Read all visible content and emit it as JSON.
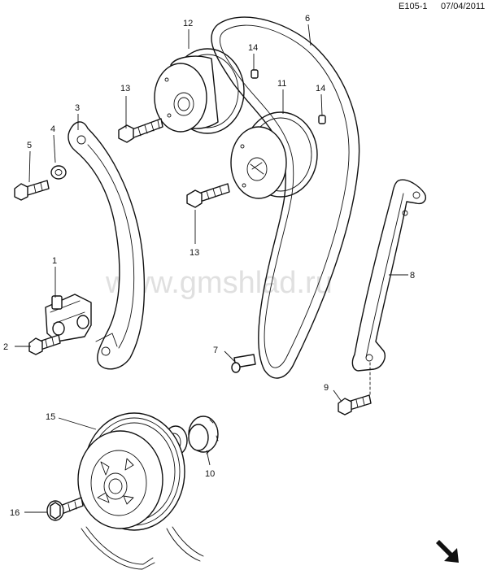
{
  "header": {
    "code": "E105-1",
    "date": "07/04/2011"
  },
  "watermark": "www.gmshlad.ru",
  "callouts": [
    {
      "id": "1",
      "label": "1"
    },
    {
      "id": "2",
      "label": "2"
    },
    {
      "id": "3",
      "label": "3"
    },
    {
      "id": "4",
      "label": "4"
    },
    {
      "id": "5",
      "label": "5"
    },
    {
      "id": "6",
      "label": "6"
    },
    {
      "id": "7",
      "label": "7"
    },
    {
      "id": "8",
      "label": "8"
    },
    {
      "id": "9",
      "label": "9"
    },
    {
      "id": "10",
      "label": "10"
    },
    {
      "id": "11",
      "label": "11"
    },
    {
      "id": "12",
      "label": "12"
    },
    {
      "id": "13a",
      "label": "13"
    },
    {
      "id": "13b",
      "label": "13"
    },
    {
      "id": "14a",
      "label": "14"
    },
    {
      "id": "14b",
      "label": "14"
    },
    {
      "id": "15",
      "label": "15"
    },
    {
      "id": "16",
      "label": "16"
    }
  ],
  "icons": {
    "direction": "arrow-southeast-icon"
  }
}
